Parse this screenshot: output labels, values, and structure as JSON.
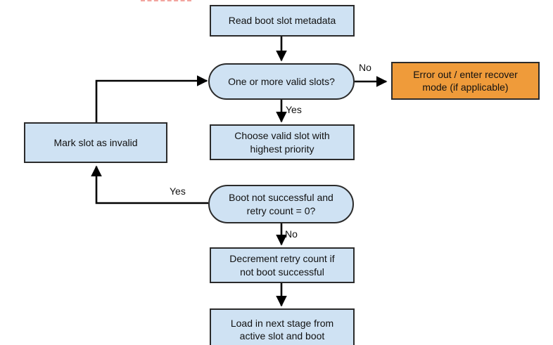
{
  "page": {
    "background": "#ffffff"
  },
  "artifact": {
    "top_dashed_line_color": "#f2a49e"
  },
  "colors": {
    "node_fill": "#cfe2f3",
    "error_fill": "#ef9b3a",
    "border": "#2b2b2b",
    "arrow": "#000000",
    "text": "#111111"
  },
  "flowchart": {
    "nodes": [
      {
        "id": "read-metadata",
        "type": "process",
        "label": "Read boot slot metadata"
      },
      {
        "id": "valid-slots",
        "type": "decision",
        "label": "One or more valid slots?"
      },
      {
        "id": "error-recover",
        "type": "error",
        "label": "Error out / enter recover mode (if applicable)"
      },
      {
        "id": "choose-slot",
        "type": "process",
        "label": "Choose valid slot with highest priority"
      },
      {
        "id": "mark-invalid",
        "type": "process",
        "label": "Mark slot as invalid"
      },
      {
        "id": "boot-retry",
        "type": "decision",
        "label": "Boot not successful and retry count = 0?"
      },
      {
        "id": "decrement-retry",
        "type": "process",
        "label": "Decrement retry count if not boot successful"
      },
      {
        "id": "load-stage",
        "type": "process",
        "label": "Load in next stage from active slot and boot"
      }
    ],
    "edge_labels": [
      {
        "id": "no-to-error",
        "label": "No"
      },
      {
        "id": "yes-to-choose",
        "label": "Yes"
      },
      {
        "id": "yes-to-mark-invalid",
        "label": "Yes"
      },
      {
        "id": "no-to-decrement",
        "label": "No"
      }
    ]
  }
}
